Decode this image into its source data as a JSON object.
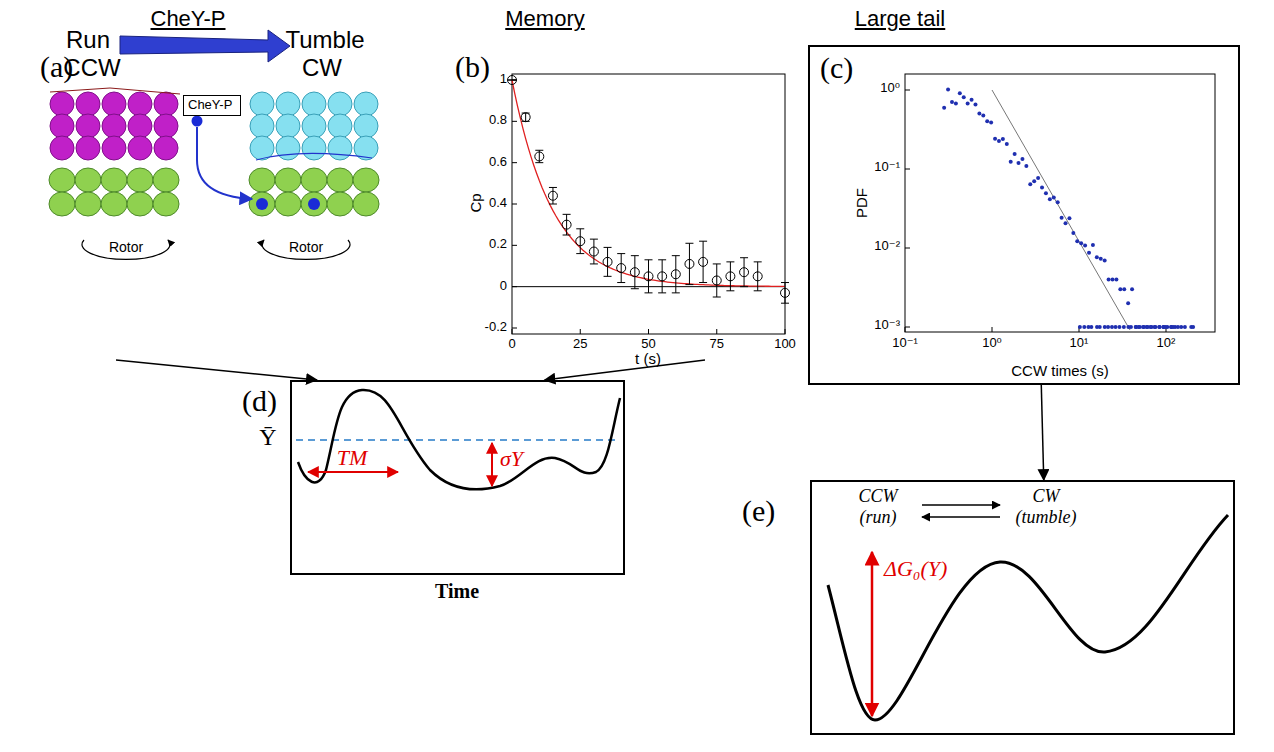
{
  "diagram": {
    "nodes": [
      {
        "text": [
          "(a)"
        ]
      },
      {
        "text": [
          "CheY-P"
        ],
        "in": 0
      },
      {
        "text": [
          "(b)"
        ]
      },
      {
        "text": [
          "(c)"
        ]
      },
      {
        "text": [
          "(d)"
        ]
      },
      {
        "text": [
          "(e)"
        ]
      }
    ],
    "edges": [
      {
        "from": 0,
        "to": 4,
        "arrow": "to"
      },
      {
        "from": 2,
        "to": 4,
        "arrow": "to"
      },
      {
        "from": 3,
        "to": 5,
        "arrow": "to"
      }
    ],
    "labels": [
      "CheY-P",
      "Memory",
      "Large tail",
      "Run",
      "Tumble",
      "CCW",
      "CW",
      "Rotor",
      "Rotor",
      "Cp",
      "t (s)",
      "1",
      "0.8",
      "0.6",
      "0.4",
      "0.2",
      "0",
      "-0.2",
      "0",
      "25",
      "50",
      "75",
      "100",
      "PDF",
      "CCW times (s)",
      "10⁰",
      "10⁻¹",
      "10⁻²",
      "10⁻³",
      "10⁻¹",
      "10⁰",
      "10¹",
      "10²",
      "Ȳ",
      "σY",
      "TM",
      "Time",
      "CCW (run)",
      "CW (tumble)",
      "ΔG₀(Y)"
    ]
  }
}
